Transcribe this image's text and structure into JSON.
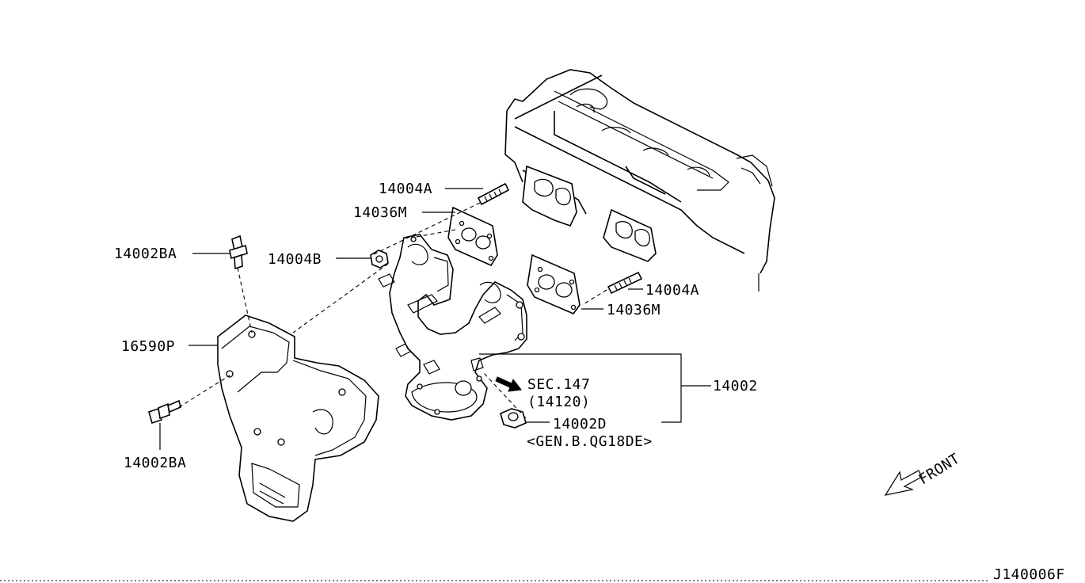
{
  "labels": {
    "stud_top": "14004A",
    "gasket_top": "14036M",
    "bolt_top": "14002BA",
    "nut": "14004B",
    "insulator": "16590P",
    "bolt_bottom": "14002BA",
    "stud_right": "14004A",
    "gasket_right": "14036M",
    "manifold": "14002",
    "sec_ref": "SEC.147",
    "sec_ref_sub": "(14120)",
    "bolt_d": "14002D",
    "bolt_d_note": "<GEN.B.QG18DE>",
    "front": "FRONT",
    "diagram_code": "J140006F"
  },
  "icons": {
    "front_arrow": "front-arrow-icon",
    "sec_arrow": "arrow-icon"
  }
}
